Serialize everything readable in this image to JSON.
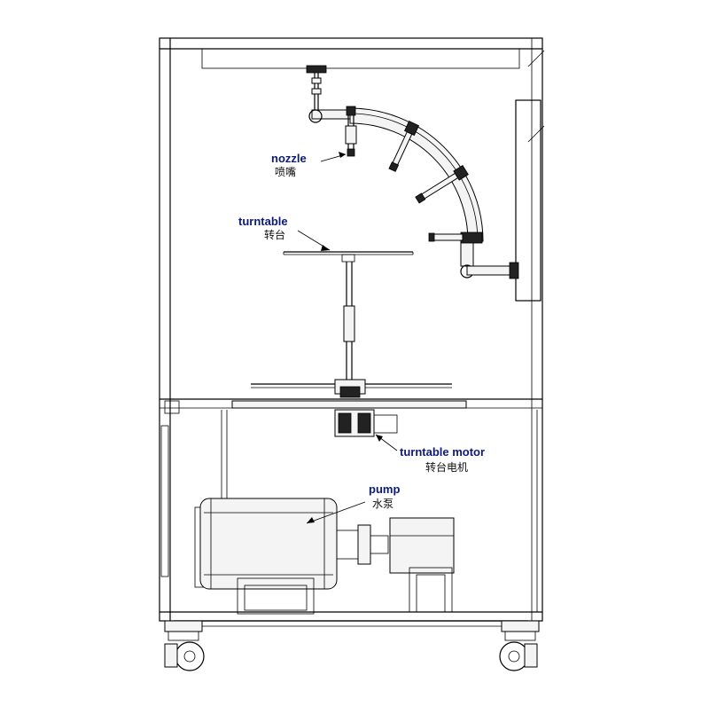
{
  "colors": {
    "label_en": "#0b1a7a",
    "label_zh": "#111111",
    "line": "#000000",
    "background": "#ffffff"
  },
  "labels": {
    "nozzle": {
      "en": "nozzle",
      "zh": "喷嘴"
    },
    "turntable": {
      "en": "turntable",
      "zh": "转台"
    },
    "turntable_motor": {
      "en": "turntable motor",
      "zh": "转台电机"
    },
    "pump": {
      "en": "pump",
      "zh": "水泵"
    }
  }
}
